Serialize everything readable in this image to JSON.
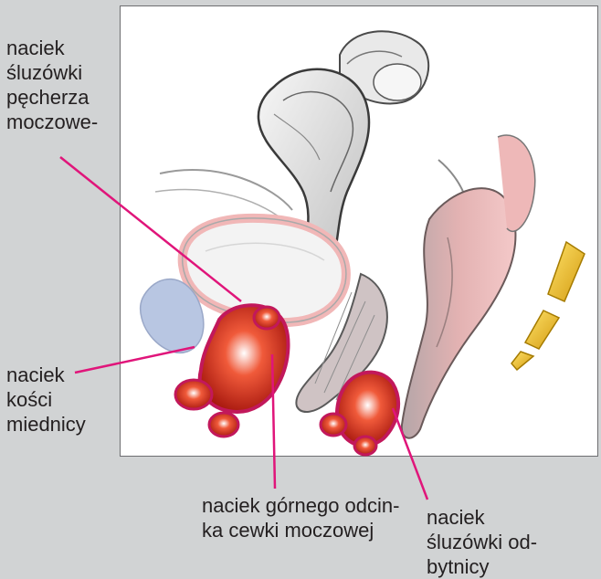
{
  "labels": {
    "bladder_mucosa": "naciek\nśluzówki\npęcherza\nmoczowe-",
    "pelvic_bone": "naciek\nkości\nmiednicy",
    "urethra_upper": "naciek górnego odcin-\nka cewki moczowej",
    "rectal_mucosa": "naciek\nśluzówki  od-\nbytnicy"
  },
  "colors": {
    "background": "#d1d3d4",
    "panel": "#ffffff",
    "leader_line": "#e0157a",
    "tumor": "#d8321c",
    "tumor_outline": "#c2185b",
    "bone": "#f2c230",
    "bladder_wall": "#f1b7b7",
    "pelvic_bone_shade": "#b8c6e2",
    "rectum": "#e8a6a6"
  }
}
